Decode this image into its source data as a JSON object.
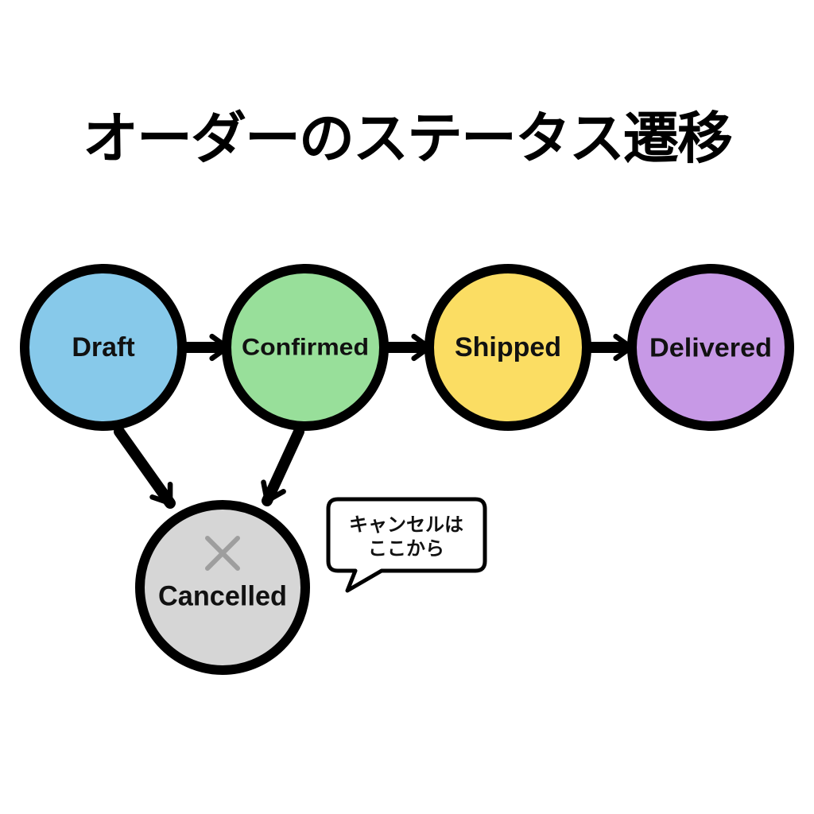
{
  "title": "オーダーのステータス遷移",
  "nodes": [
    {
      "id": "draft",
      "label": "Draft",
      "color": "#87c9ea"
    },
    {
      "id": "confirmed",
      "label": "Confirmed",
      "color": "#98df9a"
    },
    {
      "id": "shipped",
      "label": "Shipped",
      "color": "#fbdd63"
    },
    {
      "id": "delivered",
      "label": "Delivered",
      "color": "#c799e6"
    },
    {
      "id": "cancelled",
      "label": "Cancelled",
      "color": "#d6d6d6",
      "icon": "x-mark-icon"
    }
  ],
  "edges": [
    {
      "from": "draft",
      "to": "confirmed"
    },
    {
      "from": "confirmed",
      "to": "shipped"
    },
    {
      "from": "shipped",
      "to": "delivered"
    },
    {
      "from": "draft",
      "to": "cancelled"
    },
    {
      "from": "confirmed",
      "to": "cancelled"
    }
  ],
  "callout": {
    "line1": "キャンセルは",
    "line2": "ここから"
  }
}
